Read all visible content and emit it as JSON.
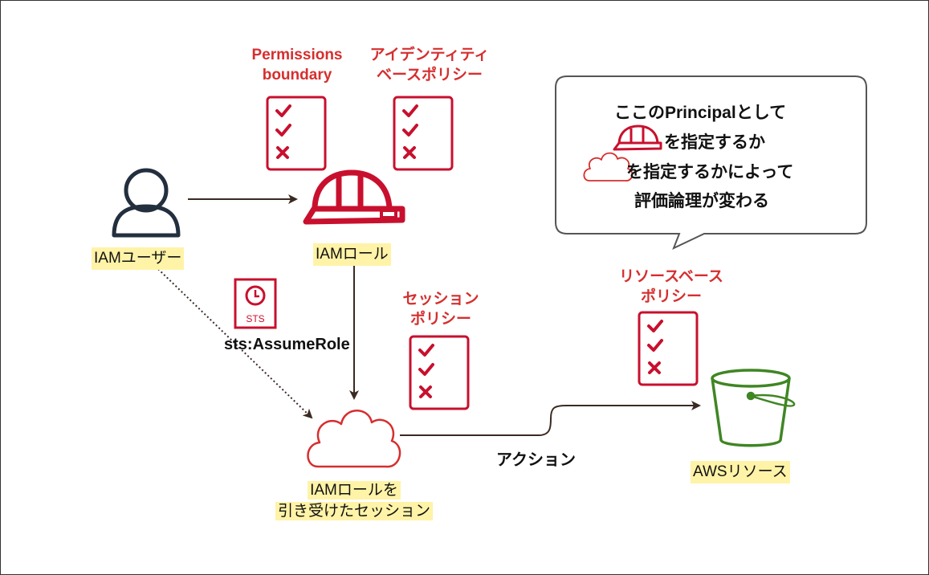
{
  "policies": {
    "permissions_boundary": [
      "Permissions",
      "boundary"
    ],
    "identity_based": [
      "アイデンティティ",
      "ベースポリシー"
    ],
    "session": [
      "セッション",
      "ポリシー"
    ],
    "resource_based": [
      "リソースベース",
      "ポリシー"
    ]
  },
  "nodes": {
    "iam_user": "IAMユーザー",
    "iam_role": "IAMロール",
    "session": [
      "IAMロールを",
      "引き受けたセッション"
    ],
    "aws_resource": "AWSリソース",
    "sts_icon_text": "STS"
  },
  "edges": {
    "assume_role": "sts:AssumeRole",
    "action": "アクション"
  },
  "callout": {
    "line1": "ここのPrincipalとして",
    "line2": "を指定するか",
    "line3": "を指定するかによって",
    "line4": "評価論理が変わる"
  },
  "colors": {
    "accent_red": "#d62e2e",
    "policy_red": "#c8102e",
    "bucket_green": "#3f8624",
    "highlight": "#fff3a8"
  }
}
